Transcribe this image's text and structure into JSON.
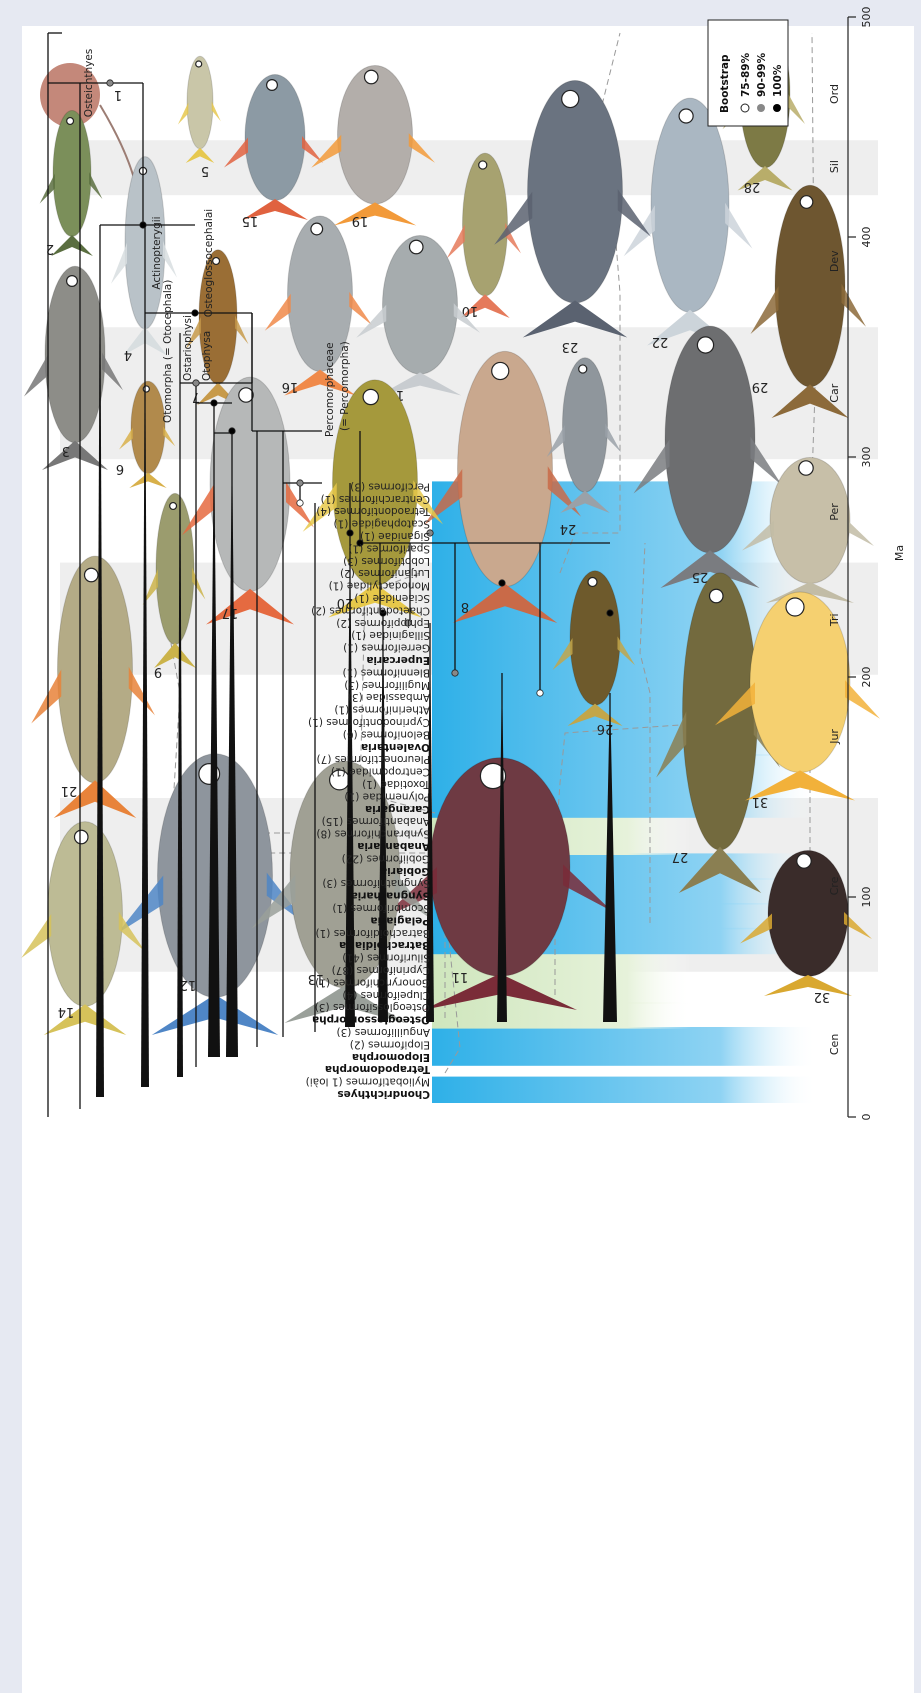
{
  "fish_labels": [
    "1",
    "2",
    "3",
    "4",
    "5",
    "6",
    "7",
    "8",
    "9",
    "10",
    "11",
    "12",
    "13",
    "14",
    "15",
    "16",
    "17",
    "18",
    "19",
    "20",
    "21",
    "22",
    "23",
    "24",
    "25",
    "26",
    "27",
    "28",
    "29",
    "30",
    "31",
    "32"
  ],
  "taxa": [
    {
      "text": "Chondrichthyes",
      "bold": true
    },
    {
      "text": "Myliobatiformes (1 loài)",
      "bold": false
    },
    {
      "text": "Tetrapodomorpha",
      "bold": true
    },
    {
      "text": "Elopomorpha",
      "bold": true
    },
    {
      "text": "Elopiformes (2)",
      "bold": false
    },
    {
      "text": "Anguilliformes (3)",
      "bold": false
    },
    {
      "text": "Osteoglossomorpha",
      "bold": true
    },
    {
      "text": "Osteoglossiformes (3)",
      "bold": false
    },
    {
      "text": "Clupeiformes (4)",
      "bold": false
    },
    {
      "text": "Gonorynchiformes (1)",
      "bold": false
    },
    {
      "text": "Cypriniformes (87)",
      "bold": false
    },
    {
      "text": "Siluriformes (41)",
      "bold": false
    },
    {
      "text": "Batrachoidiaria",
      "bold": true
    },
    {
      "text": "Batrachoidiformes (1)",
      "bold": false
    },
    {
      "text": "Pelagiaria",
      "bold": true
    },
    {
      "text": "Scombriformes (1)",
      "bold": false
    },
    {
      "text": "Syngnatharia",
      "bold": true
    },
    {
      "text": "Syngnathiformes (3)",
      "bold": false
    },
    {
      "text": "Gobiaria",
      "bold": true
    },
    {
      "text": "Gobiiformes (22)",
      "bold": false
    },
    {
      "text": "Anabantaria",
      "bold": true
    },
    {
      "text": "Synbranchiformes (8)",
      "bold": false
    },
    {
      "text": "Anabantiformes (15)",
      "bold": false
    },
    {
      "text": "Carangaria",
      "bold": true
    },
    {
      "text": "Polynemidae (1)",
      "bold": false
    },
    {
      "text": "Toxotidae (1)",
      "bold": false
    },
    {
      "text": "Centropomidae (1)",
      "bold": false
    },
    {
      "text": "Pleuronectiformes (7)",
      "bold": false
    },
    {
      "text": "Ovalentaria",
      "bold": true
    },
    {
      "text": "Beloniformes (6)",
      "bold": false
    },
    {
      "text": "Cyprinodontiformes (1)",
      "bold": false
    },
    {
      "text": "Atheriniformes (1)",
      "bold": false
    },
    {
      "text": "Ambassidae (3)",
      "bold": false
    },
    {
      "text": "Mugiliformes (3)",
      "bold": false
    },
    {
      "text": "Blenniformes (1)",
      "bold": false
    },
    {
      "text": "Eupercaria",
      "bold": true
    },
    {
      "text": "Gerreiformes (1)",
      "bold": false
    },
    {
      "text": "Sillaginidae (1)",
      "bold": false
    },
    {
      "text": "Ephippiformes (2)",
      "bold": false
    },
    {
      "text": "Chaetodontiformes (2)",
      "bold": false
    },
    {
      "text": "Sciaenidae (1)",
      "bold": false
    },
    {
      "text": "Monodactylidae (1)",
      "bold": false
    },
    {
      "text": "Lutjaniformes (2)",
      "bold": false
    },
    {
      "text": "Lobotiformes (3)",
      "bold": false
    },
    {
      "text": "Spariformes (1)",
      "bold": false
    },
    {
      "text": "Siganidae (1)",
      "bold": false
    },
    {
      "text": "Scatophagidae (1)",
      "bold": false
    },
    {
      "text": "Tetraodontiformes (4)",
      "bold": false
    },
    {
      "text": "Centrarchiformes (1)",
      "bold": false
    },
    {
      "text": "Perciformes (3)",
      "bold": false
    }
  ],
  "node_labels": {
    "osteichthyes": "Osteichthyes",
    "actinopterygii": "Actinopterygii",
    "osteoglossocephalai": "Osteoglossocephalai",
    "otomorpha": "Otomorpha (= Otocephala)",
    "ostariophysi": "Ostariophysi",
    "otophysa": "Otophysa",
    "percomorphaceae": "Percomorphaceae",
    "percomorphaceae_alt": "(= Percomorpha)"
  },
  "time_axis": {
    "ticks": [
      "0",
      "100",
      "200",
      "300",
      "400",
      "500"
    ],
    "unit": "Ma",
    "periods": [
      "Cen",
      "Cre",
      "Jur",
      "Tri",
      "Per",
      "Car",
      "Dev",
      "Sil",
      "Ord"
    ]
  },
  "legend": {
    "title": "Bootstrap",
    "items": [
      {
        "label": "75-89%",
        "color": "#ffffff"
      },
      {
        "label": "90-99%",
        "color": "#888888"
      },
      {
        "label": "100%",
        "color": "#000000"
      }
    ]
  },
  "colors": {
    "blue_band": "#33b4ea",
    "green_band": "#d4e8c4",
    "branch": "#111111",
    "period_shade": "#eeeeee"
  }
}
